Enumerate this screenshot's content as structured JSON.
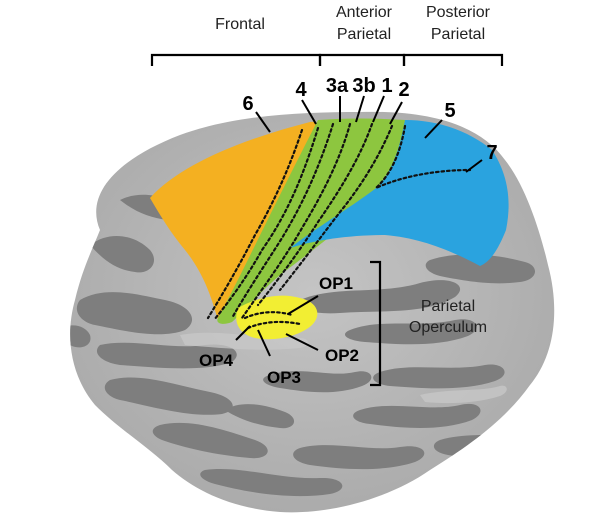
{
  "regions": {
    "frontal": "Frontal",
    "anterior_parietal_line1": "Anterior",
    "anterior_parietal_line2": "Parietal",
    "posterior_parietal_line1": "Posterior",
    "posterior_parietal_line2": "Parietal",
    "parietal_operculum_line1": "Parietal",
    "parietal_operculum_line2": "Operculum"
  },
  "areas": {
    "a6": "6",
    "a4": "4",
    "a3a": "3a",
    "a3b": "3b",
    "a1": "1",
    "a2": "2",
    "a5": "5",
    "a7": "7"
  },
  "operculum": {
    "op1": "OP1",
    "op2": "OP2",
    "op3": "OP3",
    "op4": "OP4"
  },
  "colors": {
    "frontal": "#F4B021",
    "anterior_parietal": "#8DC63F",
    "posterior_parietal": "#2AA3DF",
    "operculum": "#F2EE33",
    "brain_light": "#B5B5B5",
    "brain_dark": "#7E7E7E"
  }
}
